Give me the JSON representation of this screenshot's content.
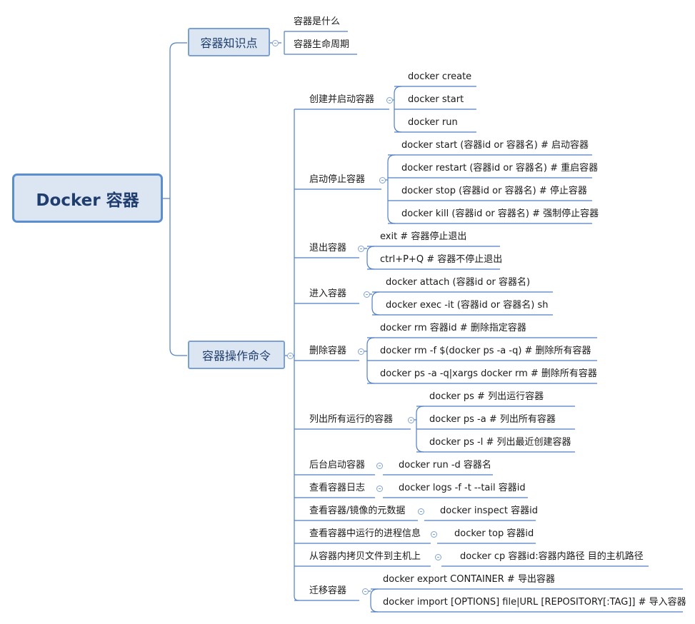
{
  "root": {
    "label": "Docker 容器"
  },
  "branches": [
    {
      "label": "容器知识点",
      "children": [
        {
          "label": "容器是什么",
          "children": []
        },
        {
          "label": "容器生命周期",
          "children": []
        }
      ]
    },
    {
      "label": "容器操作命令",
      "children": [
        {
          "label": "创建并启动容器",
          "children": [
            "docker create",
            "docker start",
            "docker run"
          ]
        },
        {
          "label": "启动停止容器",
          "children": [
            "docker start (容器id or 容器名) # 启动容器",
            "docker restart (容器id or 容器名) # 重启容器",
            "docker stop (容器id or 容器名) # 停止容器",
            "docker kill (容器id or 容器名) # 强制停止容器"
          ]
        },
        {
          "label": "退出容器",
          "children": [
            "exit # 容器停止退出",
            "ctrl+P+Q # 容器不停止退出"
          ]
        },
        {
          "label": "进入容器",
          "children": [
            "docker attach  (容器id or 容器名)",
            "docker exec -it  (容器id or 容器名) sh"
          ]
        },
        {
          "label": "删除容器",
          "children": [
            "docker rm 容器id # 删除指定容器",
            "docker rm -f $(docker ps -a -q) # 删除所有容器",
            "docker ps -a -q|xargs docker rm # 删除所有容器"
          ]
        },
        {
          "label": "列出所有运行的容器",
          "children": [
            "docker ps  # 列出运行容器",
            "docker ps -a # 列出所有容器",
            "docker ps -l # 列出最近创建容器"
          ]
        },
        {
          "label": "后台启动容器",
          "children": [
            "docker run -d 容器名"
          ]
        },
        {
          "label": "查看容器日志",
          "children": [
            "docker logs -f -t --tail 容器id"
          ]
        },
        {
          "label": "查看容器/镜像的元数据",
          "children": [
            "docker inspect 容器id"
          ]
        },
        {
          "label": "查看容器中运行的进程信息",
          "children": [
            "docker top 容器id"
          ]
        },
        {
          "label": "从容器内拷贝文件到主机上",
          "children": [
            "docker cp 容器id:容器内路径 目的主机路径"
          ]
        },
        {
          "label": "迁移容器",
          "children": [
            "docker export CONTAINER  # 导出容器",
            "docker import [OPTIONS] file|URL [REPOSITORY[:TAG]] # 导入容器"
          ]
        }
      ]
    }
  ]
}
